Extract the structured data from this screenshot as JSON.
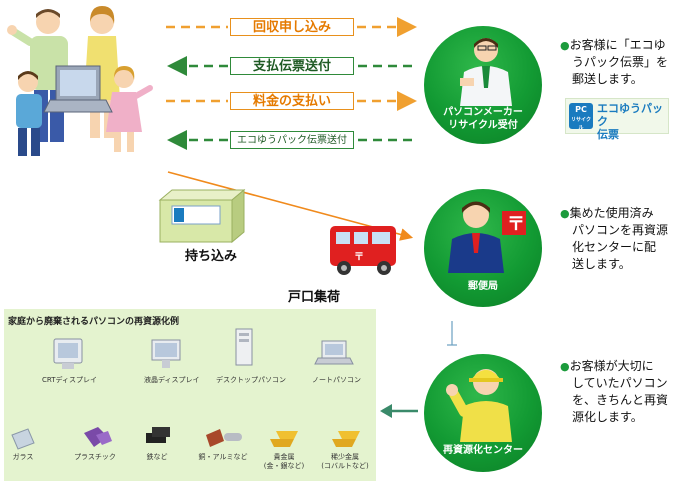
{
  "flows": {
    "collection_request": "回収申し込み",
    "payment_slip": "支払伝票送付",
    "fee_payment": "料金の支払い",
    "ecoyu_slip": "エコゆうパック伝票送付"
  },
  "nodes": {
    "maker": {
      "line1": "パソコンメーカー",
      "line2": "リサイクル受付"
    },
    "post_office": {
      "label": "郵便局"
    },
    "recycle_center": {
      "label": "再資源化センター"
    }
  },
  "descriptions": {
    "maker": [
      "お客様に「エコゆ",
      "うパック伝票」を",
      "郵送します。"
    ],
    "post_office": [
      "集めた使用済み",
      "パソコンを再資源",
      "化センターに配",
      "送します。"
    ],
    "recycle_center": [
      "お客様が大切に",
      "していたパソコン",
      "を、きちんと再資",
      "源化します。"
    ]
  },
  "seal": {
    "badge_top": "PC",
    "badge_bottom": "リサイクル",
    "line1": "エコゆうパック",
    "line2": "伝票"
  },
  "delivery": {
    "carry_in": "持ち込み",
    "pickup": "戸口集荷"
  },
  "panel": {
    "title": "家庭から廃棄されるパソコンの再資源化例",
    "devices": [
      "CRTディスプレイ",
      "液晶ディスプレイ",
      "デスクトップパソコン",
      "ノートパソコン"
    ],
    "materials": [
      {
        "line1": "ガラス",
        "line2": ""
      },
      {
        "line1": "プラスチック",
        "line2": ""
      },
      {
        "line1": "鉄など",
        "line2": ""
      },
      {
        "line1": "銅・アルミなど",
        "line2": ""
      },
      {
        "line1": "貴金属",
        "line2": "(金・銀など)"
      },
      {
        "line1": "稀少金属",
        "line2": "(コバルトなど)"
      }
    ]
  },
  "colors": {
    "circle_green": "#129a33",
    "flow_orange": "#f0a030",
    "flow_green": "#2f8a3a",
    "panel_bg": "#e4f3cf",
    "arrow_red": "#d62020",
    "arrow_green": "#1f7a2a"
  }
}
